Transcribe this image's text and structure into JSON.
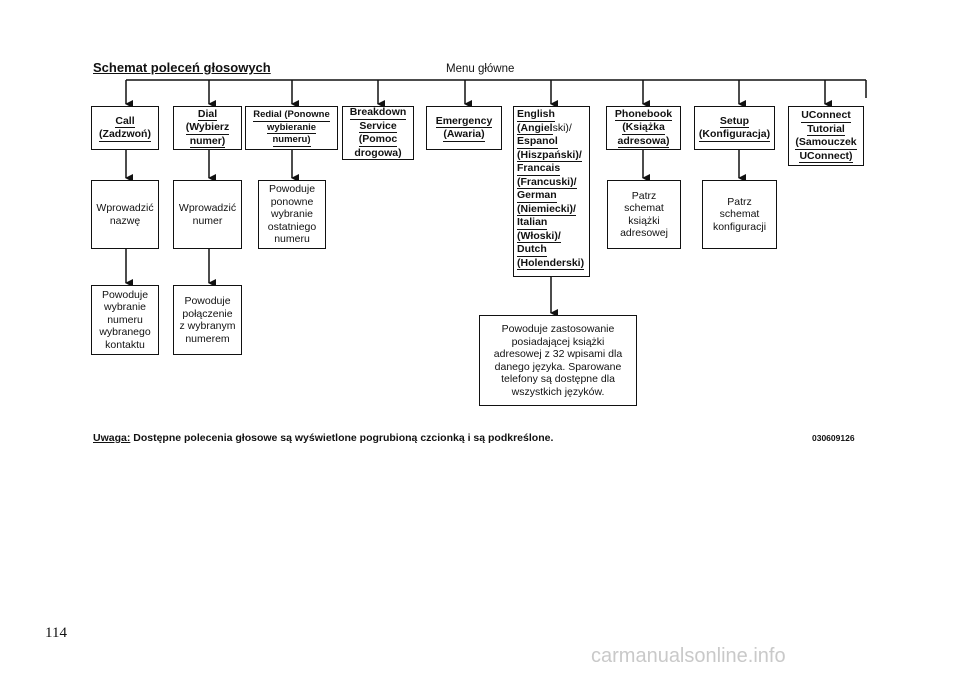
{
  "header": {
    "title": "Schemat poleceń głosowych",
    "menu_label": "Menu główne"
  },
  "commands": {
    "call": {
      "l1": "Call",
      "l2": "(Zadzwoń)"
    },
    "dial": {
      "l1": "Dial",
      "l2": "(Wybierz",
      "l3": "numer)"
    },
    "redial": {
      "l1a": "Redial",
      "l1b": " (Ponowne",
      "l2": "wybieranie",
      "l3": "numeru)"
    },
    "breakdown": {
      "l1": "Breakdown",
      "l2": "Service",
      "l3": "(Pomoc",
      "l4": "drogowa)"
    },
    "emergency": {
      "l1": "Emergency",
      "l2": "(Awaria)"
    },
    "languages": [
      {
        "a": "English",
        "b": ""
      },
      {
        "a": "(Angiel",
        "b": "ski)/"
      },
      {
        "a": "Espanol",
        "b": ""
      },
      {
        "a": "(Hiszpański)/",
        "b": ""
      },
      {
        "a": "Francais",
        "b": ""
      },
      {
        "a": "(Francuski)/",
        "b": ""
      },
      {
        "a": "German",
        "b": ""
      },
      {
        "a": "(Niemiecki)/",
        "b": ""
      },
      {
        "a": "Italian",
        "b": ""
      },
      {
        "a": "(Włoski)/",
        "b": ""
      },
      {
        "a": "Dutch",
        "b": ""
      },
      {
        "a": "(Holenderski)",
        "b": ""
      }
    ],
    "phonebook": {
      "l1": "Phonebook",
      "l2": "(Książka",
      "l3": "adresowa)"
    },
    "setup": {
      "l1": "Setup",
      "l2": "(Konfiguracja)"
    },
    "uconnect": {
      "l1": "UConnect",
      "l2": "Tutorial",
      "l3": "(Samouczek",
      "l4": "UConnect)"
    }
  },
  "results": {
    "call_1": [
      "Wprowadzić",
      "nazwę"
    ],
    "call_2": [
      "Powoduje",
      "wybranie",
      "numeru",
      "wybranego",
      "kontaktu"
    ],
    "dial_1": [
      "Wprowadzić",
      "numer"
    ],
    "dial_2": [
      "Powoduje",
      "połączenie",
      "z wybranym",
      "numerem"
    ],
    "redial_1": [
      "Powoduje",
      "ponowne",
      "wybranie",
      "ostatniego",
      "numeru"
    ],
    "phonebook_1": [
      "Patrz",
      "schemat",
      "książki",
      "adresowej"
    ],
    "setup_1": [
      "Patrz",
      "schemat",
      "konfiguracji"
    ],
    "language_1": [
      "Powoduje zastosowanie",
      "posiadającej książki",
      "adresowej z 32 wpisami dla",
      "danego języka. Sparowane",
      "telefony są dostępne dla",
      "wszystkich języków."
    ]
  },
  "footer": {
    "note_label": "Uwaga:",
    "note_text": " Dostępne polecenia głosowe są wyświetlone pogrubioną czcionką i są podkreślone.",
    "code": "030609126",
    "page_number": "114",
    "watermark": "carmanualsonline.info"
  }
}
